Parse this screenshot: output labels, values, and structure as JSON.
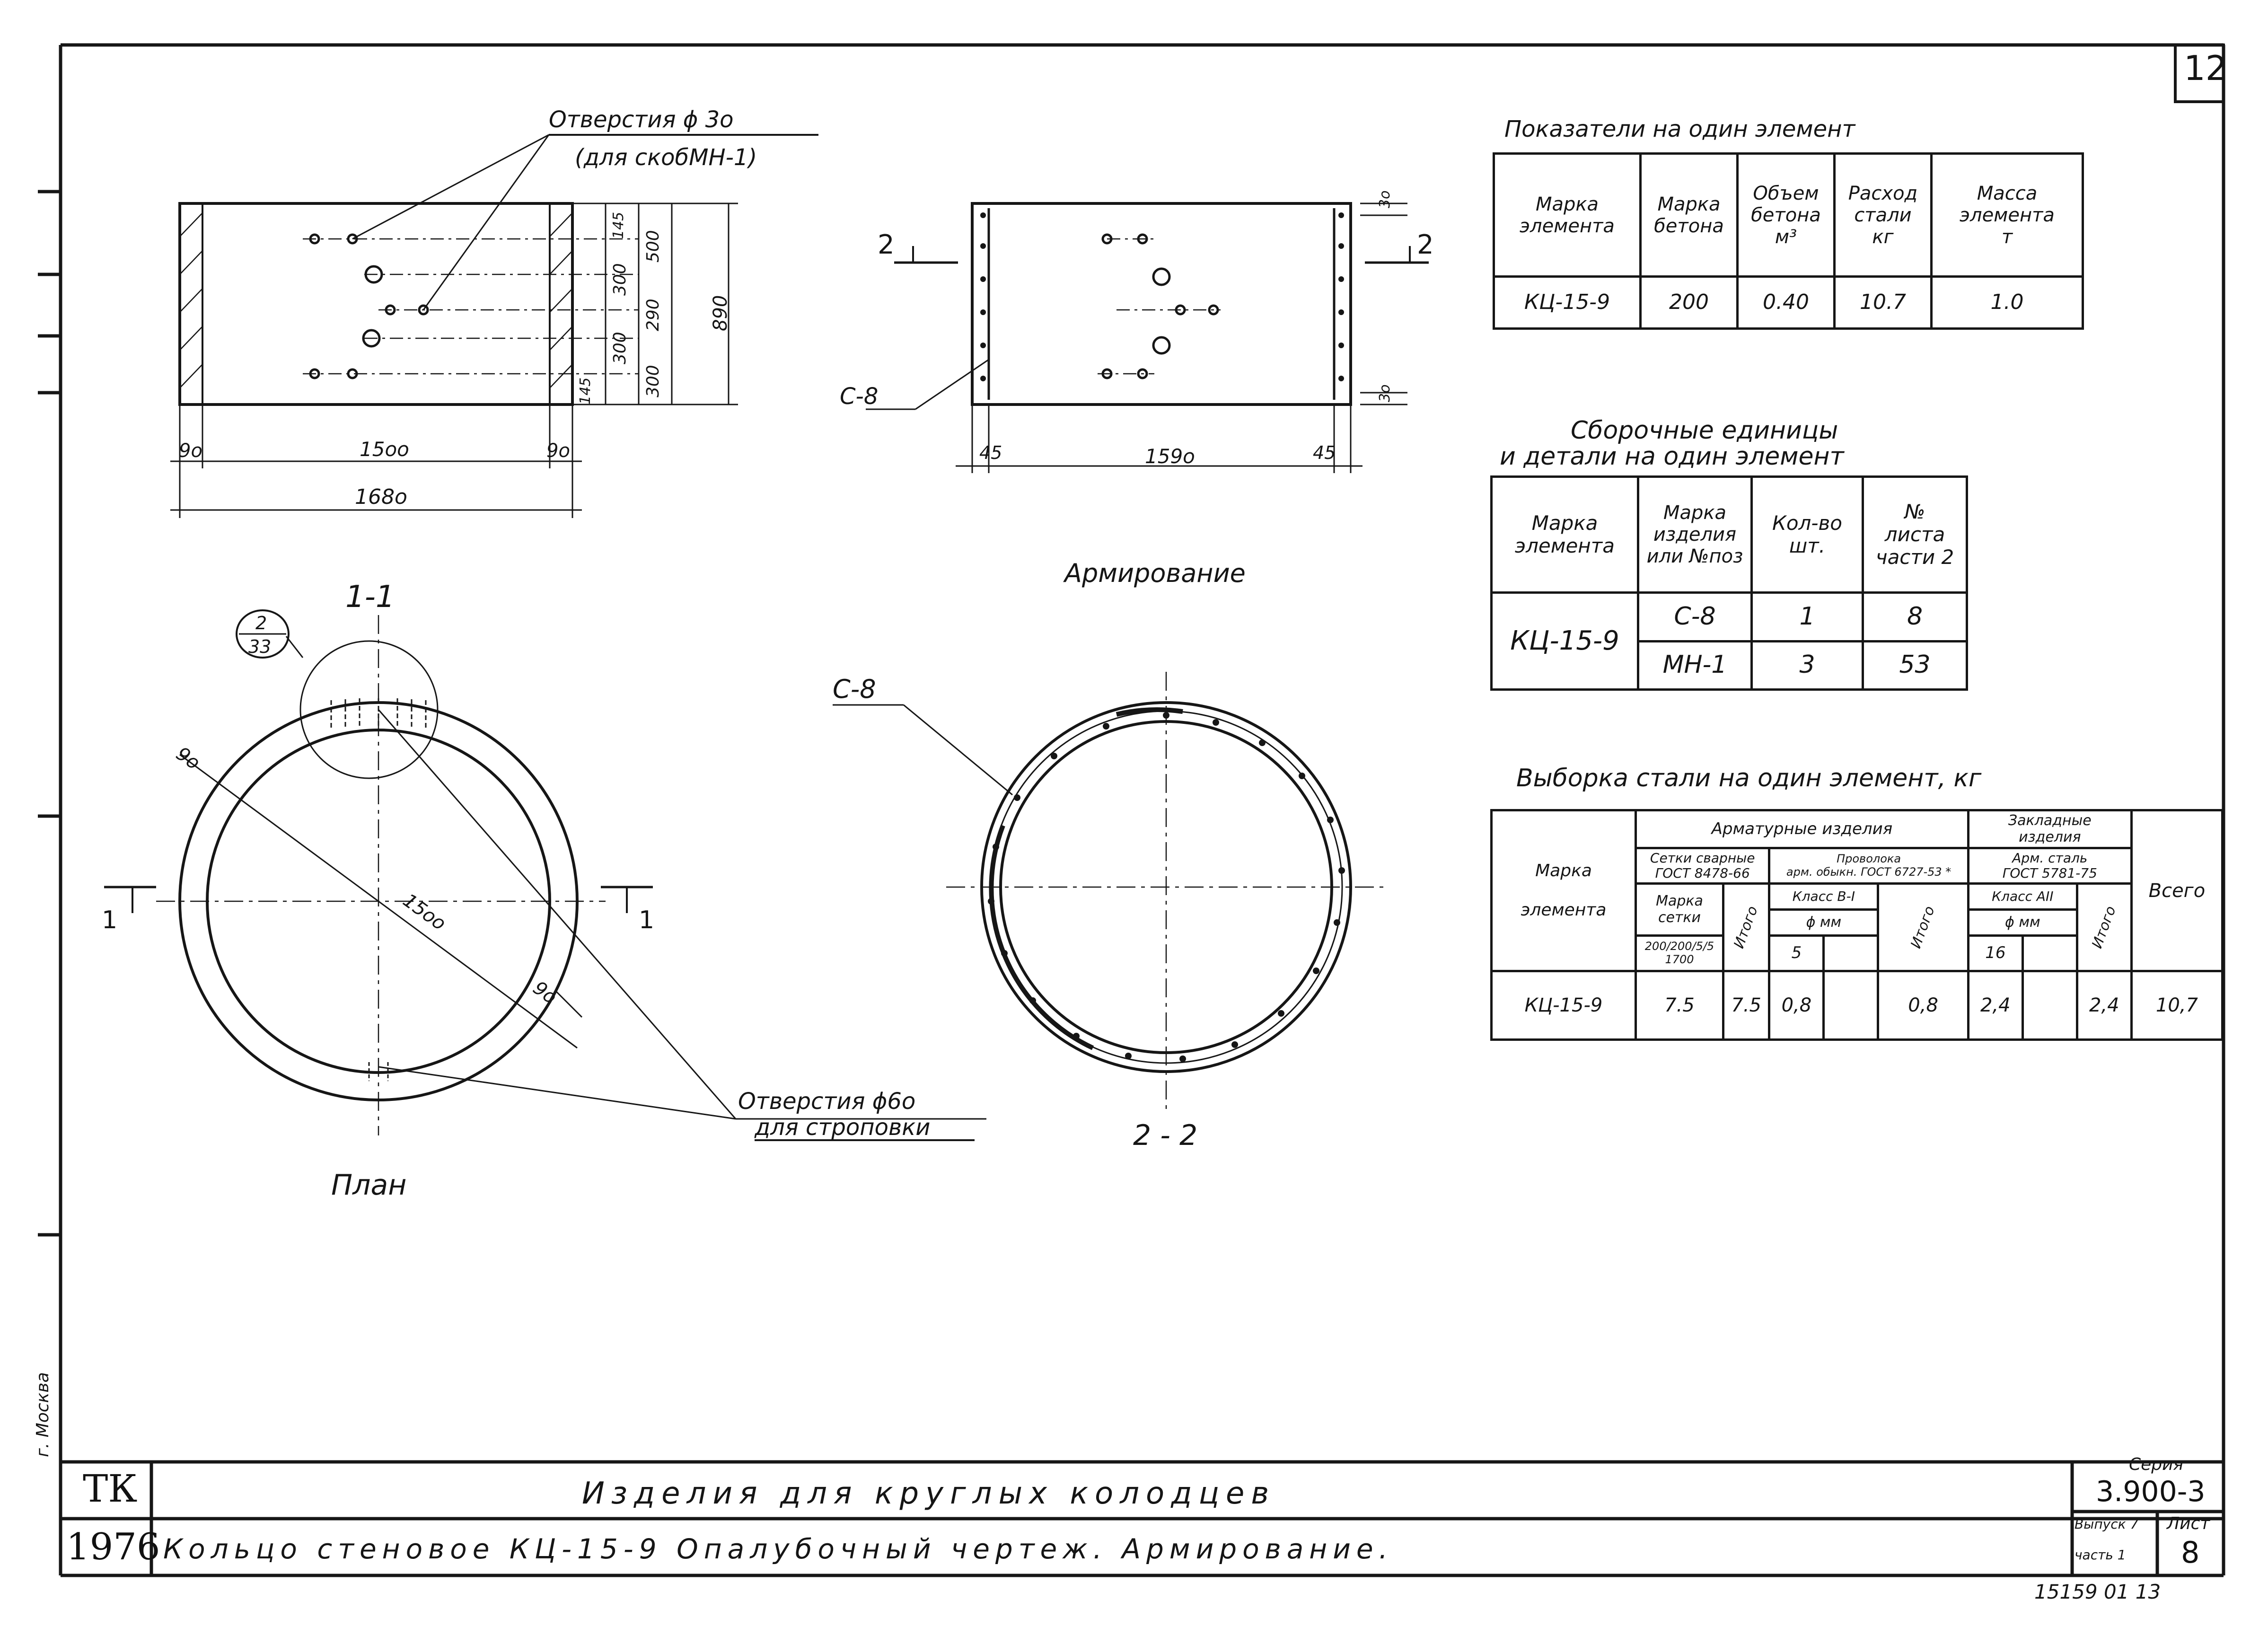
{
  "sheet_corner_number": "12",
  "drawing": {
    "callout_holes30_line1": "Отверстия ϕ 3о",
    "callout_holes30_line2": "(для скобМН-1)",
    "dim_top": [
      "145",
      "500",
      "300",
      "290",
      "890",
      "300",
      "300",
      "145"
    ],
    "dim_wall_left": "9о",
    "dim_inner": "15оо",
    "dim_wall_right": "9о",
    "dim_overall": "168о",
    "section_mark_left": "2",
    "section_mark_right": "2",
    "dim_cover_top": "3о",
    "dim_cover_bottom": "3о",
    "mesh_label_elev": "С-8",
    "dim_rebar_left": "45",
    "dim_rebar_mid": "159о",
    "dim_rebar_right": "45",
    "title_reinforcement": "Армирование",
    "section_title_1": "1-1",
    "node_ref_top": "2",
    "node_ref_bottom": "33",
    "dim_plan_wall_top": "9о",
    "dim_plan_diameter": "15оо",
    "dim_plan_wall_bottom": "9о",
    "cut_mark_left": "1",
    "cut_mark_right": "1",
    "callout_holes60_line1": "Отверстия ϕ6о",
    "callout_holes60_line2": "для строповки",
    "plan_title": "План",
    "mesh_label_ring": "С-8",
    "section_title_2": "2 - 2",
    "city_note": "г. Москва"
  },
  "indicators": {
    "title": "Показатели на один элемент",
    "headers": [
      [
        "Марка",
        "элемента"
      ],
      [
        "Марка",
        "бетона"
      ],
      [
        "Объем",
        "бетона",
        "м³"
      ],
      [
        "Расход",
        "стали",
        "кг"
      ],
      [
        "Масса",
        "элемента",
        "т"
      ]
    ],
    "row": [
      "КЦ-15-9",
      "200",
      "0.40",
      "10.7",
      "1.0"
    ]
  },
  "assembly": {
    "title_line1": "Сборочные единицы",
    "title_line2": "и детали на один элемент",
    "headers": [
      [
        "Марка",
        "элемента"
      ],
      [
        "Марка",
        "изделия",
        "или №поз"
      ],
      [
        "Кол-во",
        "шт."
      ],
      [
        "№",
        "листа",
        "части 2"
      ]
    ],
    "element": "КЦ-15-9",
    "rows": [
      [
        "С-8",
        "1",
        "8"
      ],
      [
        "МН-1",
        "3",
        "53"
      ]
    ]
  },
  "steel": {
    "title": "Выборка стали на один элемент, кг",
    "h_element": [
      "Марка",
      "элемента"
    ],
    "h_rebar_products": "Арматурные изделия",
    "h_embedded": [
      "Закладные",
      "изделия"
    ],
    "h_total": "Всего",
    "h_mesh": [
      "Сетки сварные",
      "ГОСТ 8478-66"
    ],
    "h_wire": [
      "Проволока",
      "арм. обыкн.",
      "ГОСТ 6727-53 *"
    ],
    "h_arm_steel": [
      "Арм. сталь",
      "ГОСТ 5781-75"
    ],
    "h_mesh_mark": [
      "Марка",
      "сетки"
    ],
    "h_mesh_spec_1": "200/200/5/5",
    "h_mesh_spec_2": "1700",
    "h_itogo": "Итого",
    "h_class_b": "Класс В-I",
    "h_class_a": "Класс АII",
    "h_phi_mm": "ϕ  мм",
    "h_d5": "5",
    "h_d16": "16",
    "row": {
      "element": "КЦ-15-9",
      "mesh": "7.5",
      "mesh_total": "7.5",
      "wire_5": "0,8",
      "wire_total": "0,8",
      "rod_16": "2,4",
      "rod_total": "2,4",
      "grand_total": "10,7"
    }
  },
  "title_block": {
    "org": "ТК",
    "year": "1976",
    "series_label": "Серия",
    "series": "3.900-3",
    "main_title": "Изделия для круглых колодцев",
    "subtitle": "Кольцо стеновое КЦ-15-9 Опалубочный чертеж. Армирование.",
    "issue_label_1": "Выпуск 7",
    "issue_label_2": "часть 1",
    "sheet_label": "Лист",
    "sheet": "8",
    "archive_number": "15159 01 13"
  }
}
